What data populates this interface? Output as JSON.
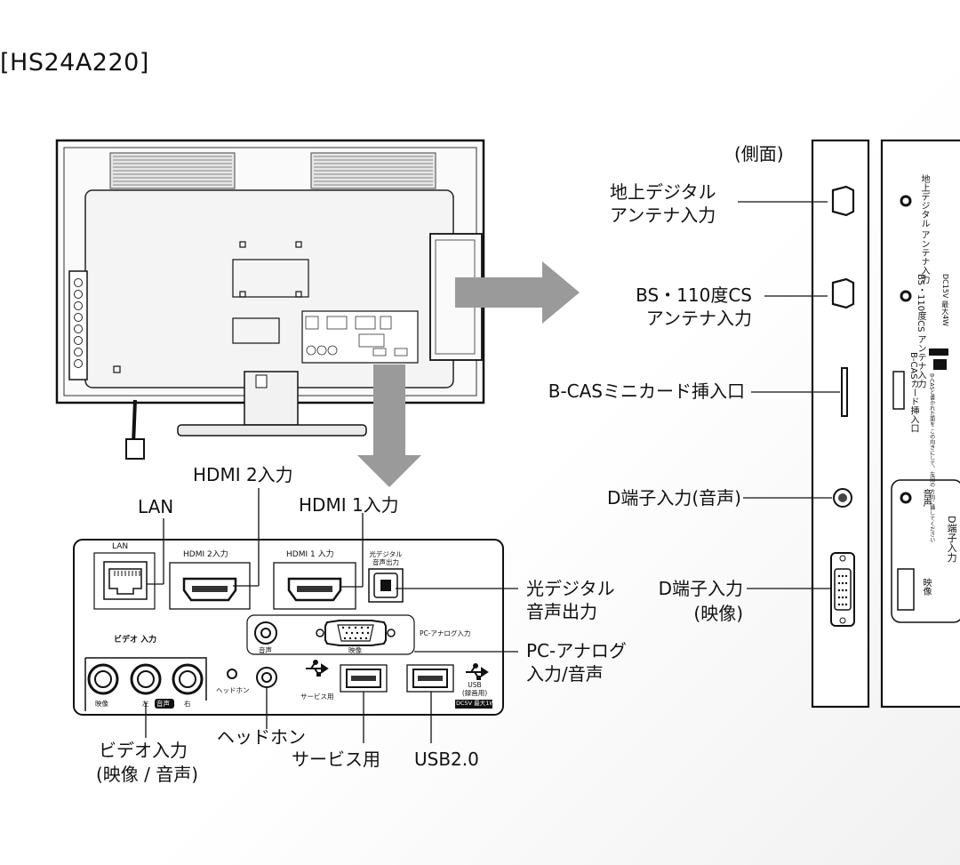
{
  "model": "[HS24A220]",
  "side_view": {
    "title": "(側面)"
  },
  "callouts": {
    "terrestrial": [
      "地上デジタル",
      "アンテナ入力"
    ],
    "bs_cs": [
      "BS・110度CS",
      "アンテナ入力"
    ],
    "bcas": "B-CASミニカード挿入口",
    "d_audio": "D端子入力(音声)",
    "d_video": [
      "D端子入力",
      "(映像)"
    ],
    "hdmi2": "HDMI 2入力",
    "hdmi1": "HDMI 1入力",
    "lan": "LAN",
    "optical": [
      "光デジタル",
      "音声出力"
    ],
    "pc_analog": [
      "PC-アナログ",
      "入力/音声"
    ],
    "video_in": [
      "ビデオ入力",
      "(映像 / 音声)"
    ],
    "headphone": "ヘッドホン",
    "service": "サービス用",
    "usb": "USB2.0"
  },
  "panel": {
    "lan": "LAN",
    "hdmi2": "HDMI 2入力",
    "hdmi1": "HDMI 1 入力",
    "optical": [
      "光デジタル",
      "音声出力"
    ],
    "pc_analog": "PC-アナログ入力",
    "audio": "音声",
    "video": "映像",
    "video_in_title": "ビデオ 入力",
    "eizo": "映像",
    "left": "左",
    "onsei": "音声",
    "right": "右",
    "headphone": "ヘッドホン",
    "service": "サービス用",
    "usb": [
      "USB",
      "(録画用)"
    ],
    "dc": "DC5V 最大1W"
  },
  "side_panel": {
    "terrestrial": "地上デジタル アンテナ入力",
    "bs": "BS・110度CS アンテナ入力",
    "bs_dc": "DC15V 最大4W",
    "bcas": "B-CASカード挿入口",
    "bcas_note": "B-CASと書かれた面を この向きにして、左記の 方向に挿してください",
    "onsei": "音声",
    "eizo": "映像",
    "d_title": "D端子入力"
  }
}
